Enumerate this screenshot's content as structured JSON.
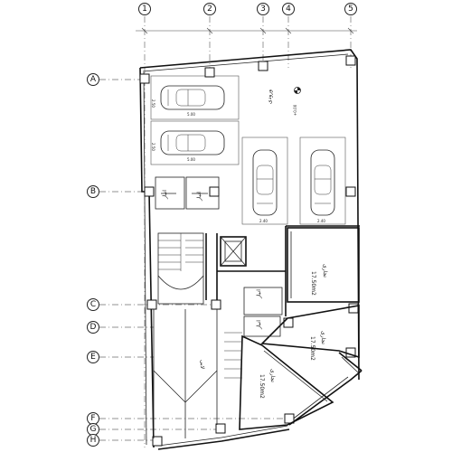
{
  "grid": {
    "columns": [
      "1",
      "2",
      "3",
      "4",
      "5"
    ],
    "rows": [
      "A",
      "B",
      "C",
      "D",
      "E",
      "F",
      "G",
      "H"
    ]
  },
  "level": "+0.00",
  "parking": {
    "space_width": "2.50",
    "space_length": "5.00",
    "vertical_width": "2.40"
  },
  "rooms": {
    "shop_label": "تجاری",
    "area1": "17.50m2",
    "area2": "17.50m2",
    "area3": "17.50m2"
  },
  "labels": {
    "storage": "انبار",
    "lobby": "لابی",
    "entry": "ورودی"
  }
}
